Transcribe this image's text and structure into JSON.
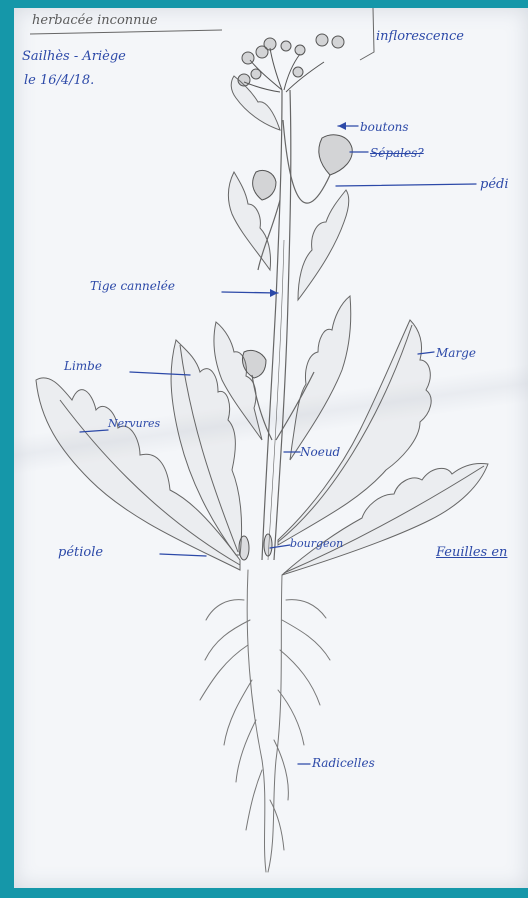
{
  "header": {
    "title": "herbacée inconnue",
    "place": "Sailhès - Ariège",
    "date": "le 16/4/18."
  },
  "labels": {
    "inflorescence": "inflorescence",
    "boutons": "boutons",
    "sepales": "Sépales?",
    "pedicelle": "pédi",
    "tige": "Tige cannelée",
    "limbe": "Limbe",
    "marge": "Marge",
    "nervures": "Nervures",
    "noeud": "Noeud",
    "petiole": "pétiole",
    "bourgeon": "bourgeon",
    "feuilles": "Feuilles en",
    "radicelles": "Radicelles"
  },
  "colors": {
    "frame": "#1597a9",
    "paper": "#f4f6f9",
    "pencil": "#555555",
    "ink": "#2c49a8"
  }
}
